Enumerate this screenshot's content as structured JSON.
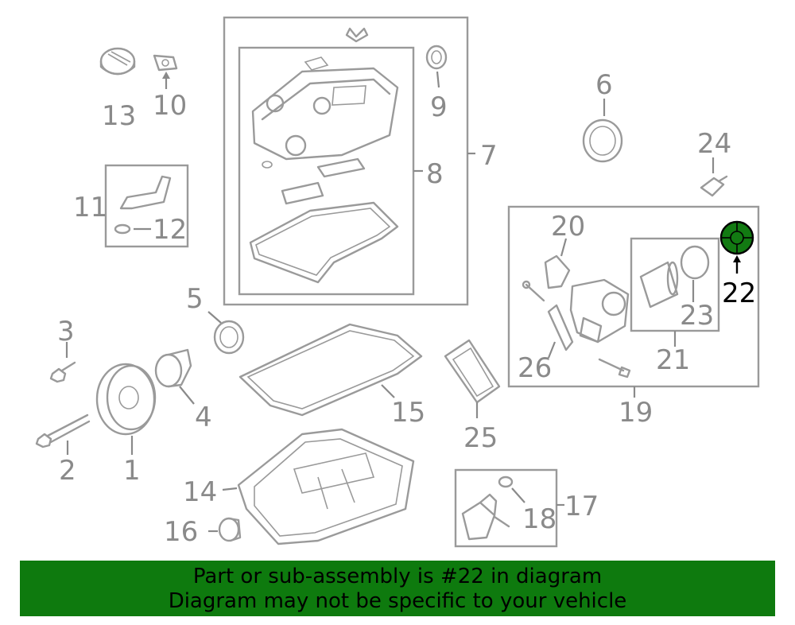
{
  "callouts": {
    "c1": "1",
    "c2": "2",
    "c3": "3",
    "c4": "4",
    "c5": "5",
    "c6": "6",
    "c7": "7",
    "c8": "8",
    "c9": "9",
    "c10": "10",
    "c11": "11",
    "c12": "12",
    "c13": "13",
    "c14": "14",
    "c15": "15",
    "c16": "16",
    "c17": "17",
    "c18": "18",
    "c19": "19",
    "c20": "20",
    "c21": "21",
    "c22": "22",
    "c23": "23",
    "c24": "24",
    "c25": "25",
    "c26": "26"
  },
  "highlight": {
    "part_number": "22",
    "color": "#0e7a0e"
  },
  "banner": {
    "line1": "Part or sub-assembly is #22 in diagram",
    "line2": "Diagram may not be specific to your vehicle",
    "background": "#0e7a0e"
  }
}
